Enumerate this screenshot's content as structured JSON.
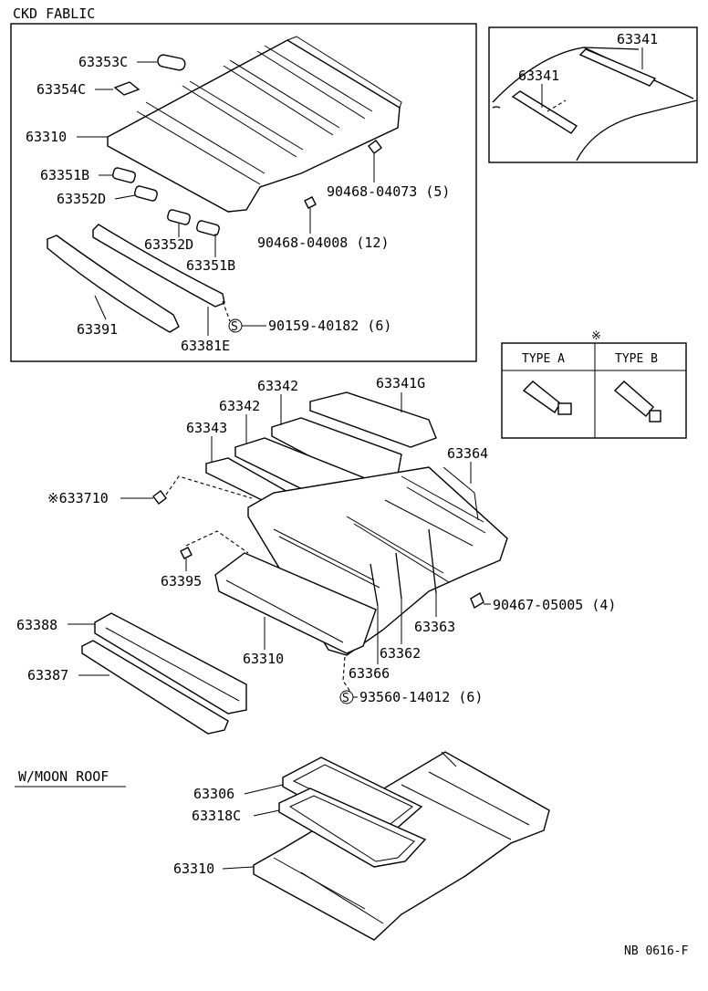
{
  "sections": {
    "ckd": "CKD FABLIC",
    "moon": "W/MOON ROOF"
  },
  "type_table": {
    "marker": "※",
    "a": "TYPE A",
    "b": "TYPE B"
  },
  "parts": {
    "p63353C": "63353C",
    "p63354C": "63354C",
    "p63310a": "63310",
    "p63351Ba": "63351B",
    "p63352Da": "63352D",
    "p63352Db": "63352D",
    "p63351Bb": "63351B",
    "p90468_04073": "90468-04073 (5)",
    "p90468_04008": "90468-04008 (12)",
    "p90159_40182": "90159-40182 (6)",
    "p63391": "63391",
    "p63381E": "63381E",
    "p63341a": "63341",
    "p63341b": "63341",
    "p63342a": "63342",
    "p63342b": "63342",
    "p63341G": "63341G",
    "p63343": "63343",
    "p63364": "63364",
    "p633710": "※633710",
    "p63395": "63395",
    "p90467_05005": "90467-05005 (4)",
    "p63388": "63388",
    "p63363": "63363",
    "p63387": "63387",
    "p63310b": "63310",
    "p63362": "63362",
    "p63366": "63366",
    "p93560_14012": "93560-14012 (6)",
    "p63306": "63306",
    "p63318C": "63318C",
    "p63310c": "63310"
  },
  "screw_symbol": "S",
  "drawing_code": "NB 0616-F"
}
